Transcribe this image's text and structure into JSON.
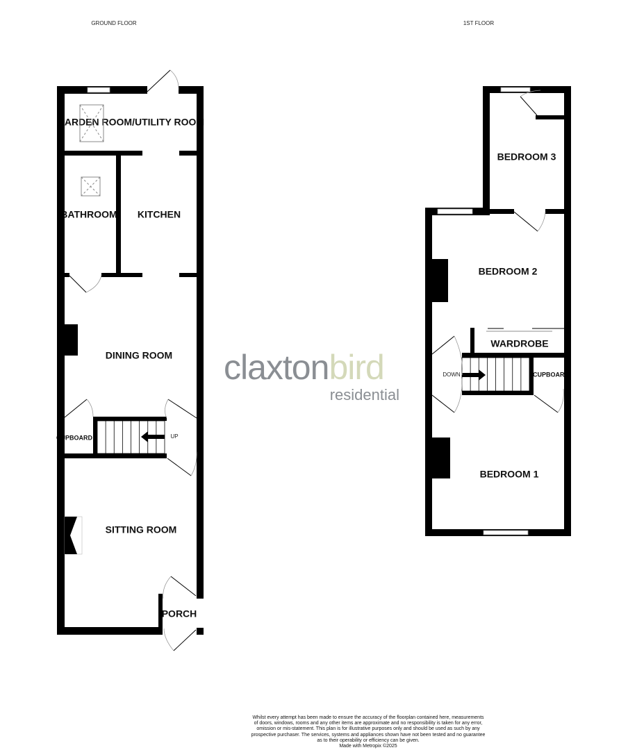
{
  "floors": {
    "ground": {
      "title": "GROUND FLOOR",
      "rooms": {
        "garden_room": "GARDEN ROOM/UTILITY ROOM",
        "bathroom": "BATHROOM",
        "kitchen": "KITCHEN",
        "dining_room": "DINING ROOM",
        "cupboard": "CUPBOARD",
        "sitting_room": "SITTING ROOM",
        "porch": "PORCH"
      },
      "stairs_label": "UP"
    },
    "first": {
      "title": "1ST FLOOR",
      "rooms": {
        "bedroom3": "BEDROOM 3",
        "bedroom2": "BEDROOM 2",
        "wardrobe": "WARDROBE",
        "cupboard": "CUPBOARD",
        "bedroom1": "BEDROOM 1"
      },
      "stairs_label": "DOWN"
    }
  },
  "logo": {
    "part1": "claxton",
    "part2": "bird",
    "sub": "residential",
    "colors": {
      "grey": "#8a8e93",
      "green": "#d4d9b9"
    }
  },
  "disclaimer": [
    "Whilst every attempt has been made to ensure the accuracy of the floorplan contained here, measurements",
    "of doors, windows, rooms and any other items are approximate and no responsibility is taken for any error,",
    "omission or mis-statement. This plan is for illustrative purposes only and should be used as such by any",
    "prospective purchaser. The services, systems and appliances shown have not been tested and no guarantee",
    "as to their operability or efficiency can be given.",
    "Made with Metropix ©2025"
  ]
}
